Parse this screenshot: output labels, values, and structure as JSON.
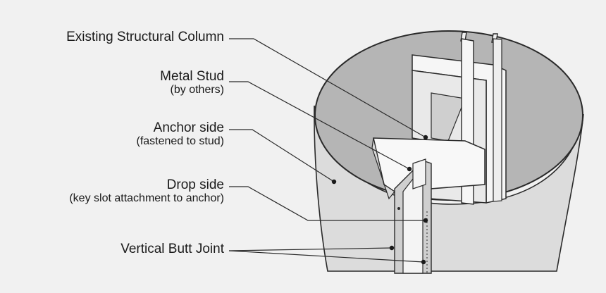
{
  "labels": [
    {
      "id": "column",
      "main": "Existing Structural Column",
      "sub": ""
    },
    {
      "id": "stud",
      "main": "Metal Stud",
      "sub": "(by others)"
    },
    {
      "id": "anchor",
      "main": "Anchor side",
      "sub": "(fastened to stud)"
    },
    {
      "id": "drop",
      "main": "Drop side",
      "sub": "(key slot attachment to anchor)"
    },
    {
      "id": "joint",
      "main": "Vertical Butt Joint",
      "sub": ""
    }
  ],
  "colors": {
    "background": "#f1f1f1",
    "column_interior": "#b5b5b5",
    "cladding": "#dcdcdc",
    "stud": "#f6f6f6",
    "outline": "#2a2a2a"
  }
}
